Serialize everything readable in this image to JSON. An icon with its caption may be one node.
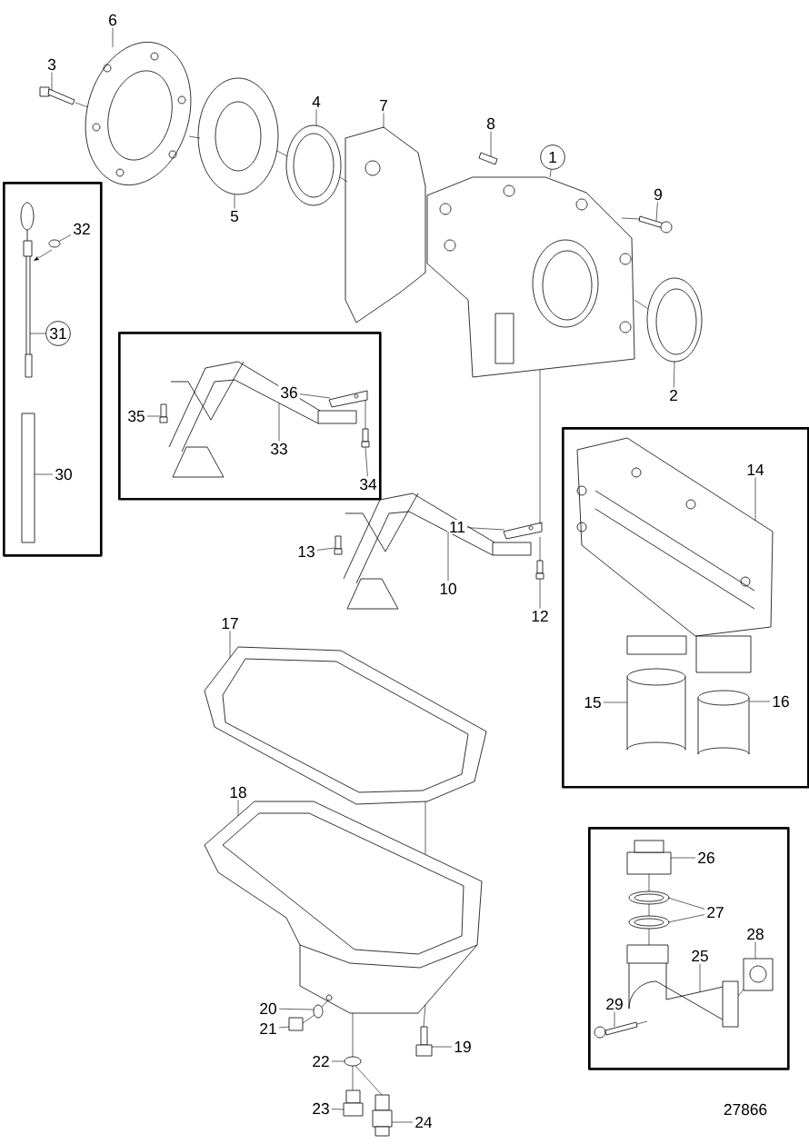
{
  "diagram": {
    "nodes": [
      {
        "text": [
          "6"
        ]
      },
      {
        "text": [
          "3"
        ]
      },
      {
        "text": [
          "4"
        ]
      },
      {
        "text": [
          "7"
        ]
      },
      {
        "text": [
          "8"
        ]
      },
      {
        "text": [
          "1"
        ]
      },
      {
        "text": [
          "9"
        ]
      },
      {
        "text": [
          "5"
        ]
      },
      {
        "text": [
          "2"
        ]
      },
      {
        "text": [],
        "shape": "box"
      },
      {
        "text": [
          "32"
        ],
        "in": 9
      },
      {
        "text": [
          "31"
        ],
        "in": 9
      },
      {
        "text": [
          "30"
        ],
        "in": 9
      },
      {
        "text": [],
        "shape": "box"
      },
      {
        "text": [
          "36"
        ],
        "in": 54
      },
      {
        "text": [
          "35"
        ],
        "in": 13
      },
      {
        "text": [
          "33"
        ],
        "in": 54
      },
      {
        "text": [
          "34"
        ],
        "in": 13
      },
      {
        "text": [],
        "shape": "box"
      },
      {
        "text": [
          "14"
        ],
        "in": 18
      },
      {
        "text": [
          "15"
        ],
        "in": 18
      },
      {
        "text": [
          "16"
        ],
        "in": 18
      },
      {
        "text": [
          "11"
        ],
        "in": 61
      },
      {
        "text": [
          "13"
        ]
      },
      {
        "text": [
          "10"
        ],
        "in": 61
      },
      {
        "text": [
          "12"
        ]
      },
      {
        "text": [
          "17"
        ]
      },
      {
        "text": [
          "18"
        ]
      },
      {
        "text": [],
        "shape": "box"
      },
      {
        "text": [
          "26"
        ],
        "in": 28
      },
      {
        "text": [
          "27"
        ],
        "in": 28
      },
      {
        "text": [
          "28"
        ],
        "in": 28
      },
      {
        "text": [
          "25"
        ],
        "in": 69
      },
      {
        "text": [
          "29"
        ],
        "in": 28
      },
      {
        "text": [
          "20"
        ]
      },
      {
        "text": [
          "21"
        ]
      },
      {
        "text": [
          "19"
        ]
      },
      {
        "text": [
          "22"
        ]
      },
      {
        "text": [
          "23"
        ]
      },
      {
        "text": [
          "24"
        ]
      },
      {
        "text": [],
        "shape": "picture"
      },
      {
        "text": [],
        "shape": "bar"
      },
      {
        "text": [],
        "shape": "picture"
      },
      {
        "text": [],
        "shape": "picture"
      },
      {
        "text": [],
        "shape": "bar"
      },
      {
        "text": [],
        "shape": "picture"
      },
      {
        "text": [],
        "shape": "bar"
      },
      {
        "text": [],
        "shape": "picture"
      },
      {
        "text": [],
        "shape": "picture"
      },
      {
        "text": [],
        "shape": "circle",
        "in": 9
      },
      {
        "text": [],
        "shape": "picture",
        "in": 9
      },
      {
        "text": [],
        "shape": "bar",
        "in": 9
      },
      {
        "text": [],
        "shape": "picture",
        "in": 13
      },
      {
        "text": [],
        "shape": "bar",
        "in": 13
      },
      {
        "text": [],
        "shape": "picture",
        "in": 13
      },
      {
        "text": [],
        "shape": "bar",
        "in": 13
      },
      {
        "text": [],
        "shape": "picture",
        "in": 18
      },
      {
        "text": [],
        "shape": "cylinder",
        "in": 18
      },
      {
        "text": [],
        "shape": "cylinder",
        "in": 18
      },
      {
        "text": [],
        "shape": "picture"
      },
      {
        "text": [],
        "shape": "bar"
      },
      {
        "text": [],
        "shape": "picture"
      },
      {
        "text": [],
        "shape": "bar"
      },
      {
        "text": [],
        "shape": "picture"
      },
      {
        "text": [],
        "shape": "picture"
      },
      {
        "text": [],
        "shape": "box",
        "in": 28
      },
      {
        "text": [],
        "shape": "circle",
        "in": 28
      },
      {
        "text": [],
        "shape": "circle",
        "in": 28
      },
      {
        "text": [],
        "shape": "box",
        "in": 28
      },
      {
        "text": [],
        "shape": "picture",
        "in": 28
      },
      {
        "text": [],
        "shape": "bar",
        "in": 28
      },
      {
        "text": [],
        "shape": "circle"
      },
      {
        "text": [],
        "shape": "box"
      },
      {
        "text": [],
        "shape": "bar"
      },
      {
        "text": [],
        "shape": "circle"
      },
      {
        "text": [],
        "shape": "box"
      },
      {
        "text": [],
        "shape": "box"
      }
    ],
    "edges": [
      {
        "from": 0,
        "to": 40,
        "arrow": "none"
      },
      {
        "from": 1,
        "to": 41,
        "arrow": "none"
      },
      {
        "from": 2,
        "to": 42,
        "arrow": "none"
      },
      {
        "from": 3,
        "to": 43,
        "arrow": "none"
      },
      {
        "from": 4,
        "to": 44,
        "arrow": "none"
      },
      {
        "from": 5,
        "to": 45,
        "arrow": "none"
      },
      {
        "from": 6,
        "to": 46,
        "arrow": "none"
      },
      {
        "from": 7,
        "to": 47,
        "arrow": "none"
      },
      {
        "from": 8,
        "to": 48,
        "arrow": "none"
      },
      {
        "from": 10,
        "to": 49,
        "arrow": "none"
      },
      {
        "from": 11,
        "to": 50,
        "arrow": "none"
      },
      {
        "from": 12,
        "to": 51,
        "arrow": "none"
      },
      {
        "from": 14,
        "to": 52,
        "arrow": "none"
      },
      {
        "from": 15,
        "to": 53,
        "arrow": "none"
      },
      {
        "from": 16,
        "to": 54,
        "arrow": "none"
      },
      {
        "from": 17,
        "to": 55,
        "arrow": "none"
      },
      {
        "from": 19,
        "to": 56,
        "arrow": "none"
      },
      {
        "from": 20,
        "to": 57,
        "arrow": "none"
      },
      {
        "from": 21,
        "to": 58,
        "arrow": "none"
      },
      {
        "from": 22,
        "to": 59,
        "arrow": "none"
      },
      {
        "from": 23,
        "to": 60,
        "arrow": "none"
      },
      {
        "from": 24,
        "to": 61,
        "arrow": "none"
      },
      {
        "from": 25,
        "to": 62,
        "arrow": "none"
      },
      {
        "from": 26,
        "to": 63,
        "arrow": "none"
      },
      {
        "from": 27,
        "to": 64,
        "arrow": "none"
      },
      {
        "from": 29,
        "to": 65,
        "arrow": "none"
      },
      {
        "from": 30,
        "to": 66,
        "arrow": "none"
      },
      {
        "from": 30,
        "to": 67,
        "arrow": "none"
      },
      {
        "from": 31,
        "to": 68,
        "arrow": "none"
      },
      {
        "from": 32,
        "to": 69,
        "arrow": "none"
      },
      {
        "from": 33,
        "to": 70,
        "arrow": "none"
      },
      {
        "from": 34,
        "to": 71,
        "arrow": "none"
      },
      {
        "from": 35,
        "to": 72,
        "arrow": "none"
      },
      {
        "from": 36,
        "to": 73,
        "arrow": "none"
      },
      {
        "from": 37,
        "to": 74,
        "arrow": "none"
      },
      {
        "from": 38,
        "to": 75,
        "arrow": "none"
      },
      {
        "from": 39,
        "to": 76,
        "arrow": "none"
      },
      {
        "from": 41,
        "to": 40,
        "arrow": "none"
      },
      {
        "from": 40,
        "to": 47,
        "arrow": "none"
      },
      {
        "from": 47,
        "to": 42,
        "arrow": "none"
      },
      {
        "from": 42,
        "to": 43,
        "arrow": "none"
      },
      {
        "from": 45,
        "to": 48,
        "arrow": "none"
      },
      {
        "from": 46,
        "to": 45,
        "arrow": "none"
      },
      {
        "from": 45,
        "to": 59,
        "arrow": "none"
      },
      {
        "from": 59,
        "to": 62,
        "arrow": "none"
      },
      {
        "from": 52,
        "to": 55,
        "arrow": "none"
      },
      {
        "from": 63,
        "to": 64,
        "arrow": "none"
      },
      {
        "from": 64,
        "to": 73,
        "arrow": "none"
      },
      {
        "from": 64,
        "to": 74,
        "arrow": "none"
      },
      {
        "from": 74,
        "to": 75,
        "arrow": "none"
      },
      {
        "from": 74,
        "to": 76,
        "arrow": "none"
      },
      {
        "from": 72,
        "to": 71,
        "arrow": "none"
      },
      {
        "from": 71,
        "to": 64,
        "arrow": "none"
      },
      {
        "from": 65,
        "to": 66,
        "arrow": "none"
      },
      {
        "from": 66,
        "to": 67,
        "arrow": "none"
      },
      {
        "from": 67,
        "to": 69,
        "arrow": "none"
      },
      {
        "from": 70,
        "to": 69,
        "arrow": "none"
      },
      {
        "from": 69,
        "to": 68,
        "arrow": "none"
      },
      {
        "from": 49,
        "to": 50,
        "arrow": "to"
      }
    ],
    "labels": [
      "27866"
    ]
  }
}
